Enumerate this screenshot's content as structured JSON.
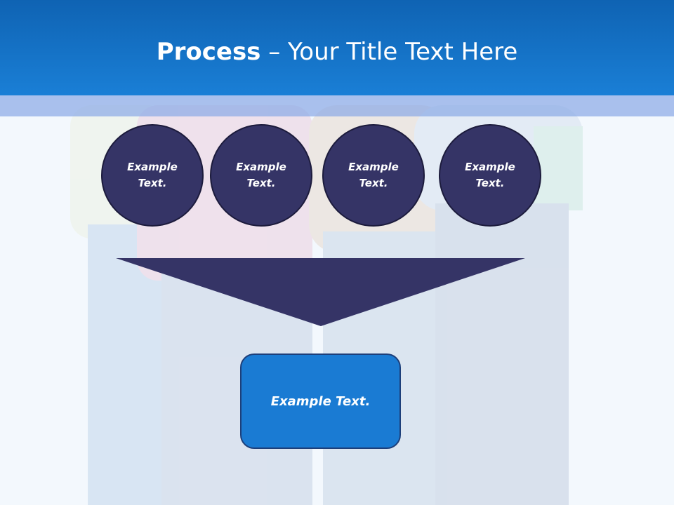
{
  "slide": {
    "title_bold": "Process",
    "title_rest": " – Your Title Text Here",
    "circles": [
      {
        "text": "Example Text."
      },
      {
        "text": "Example Text."
      },
      {
        "text": "Example Text."
      },
      {
        "text": "Example Text."
      }
    ],
    "result": {
      "text": "Example Text."
    }
  },
  "colors": {
    "header": "#1a7fd6",
    "circle_fill": "#353466",
    "funnel_fill": "#353466",
    "result_fill": "#1a7bd3"
  }
}
